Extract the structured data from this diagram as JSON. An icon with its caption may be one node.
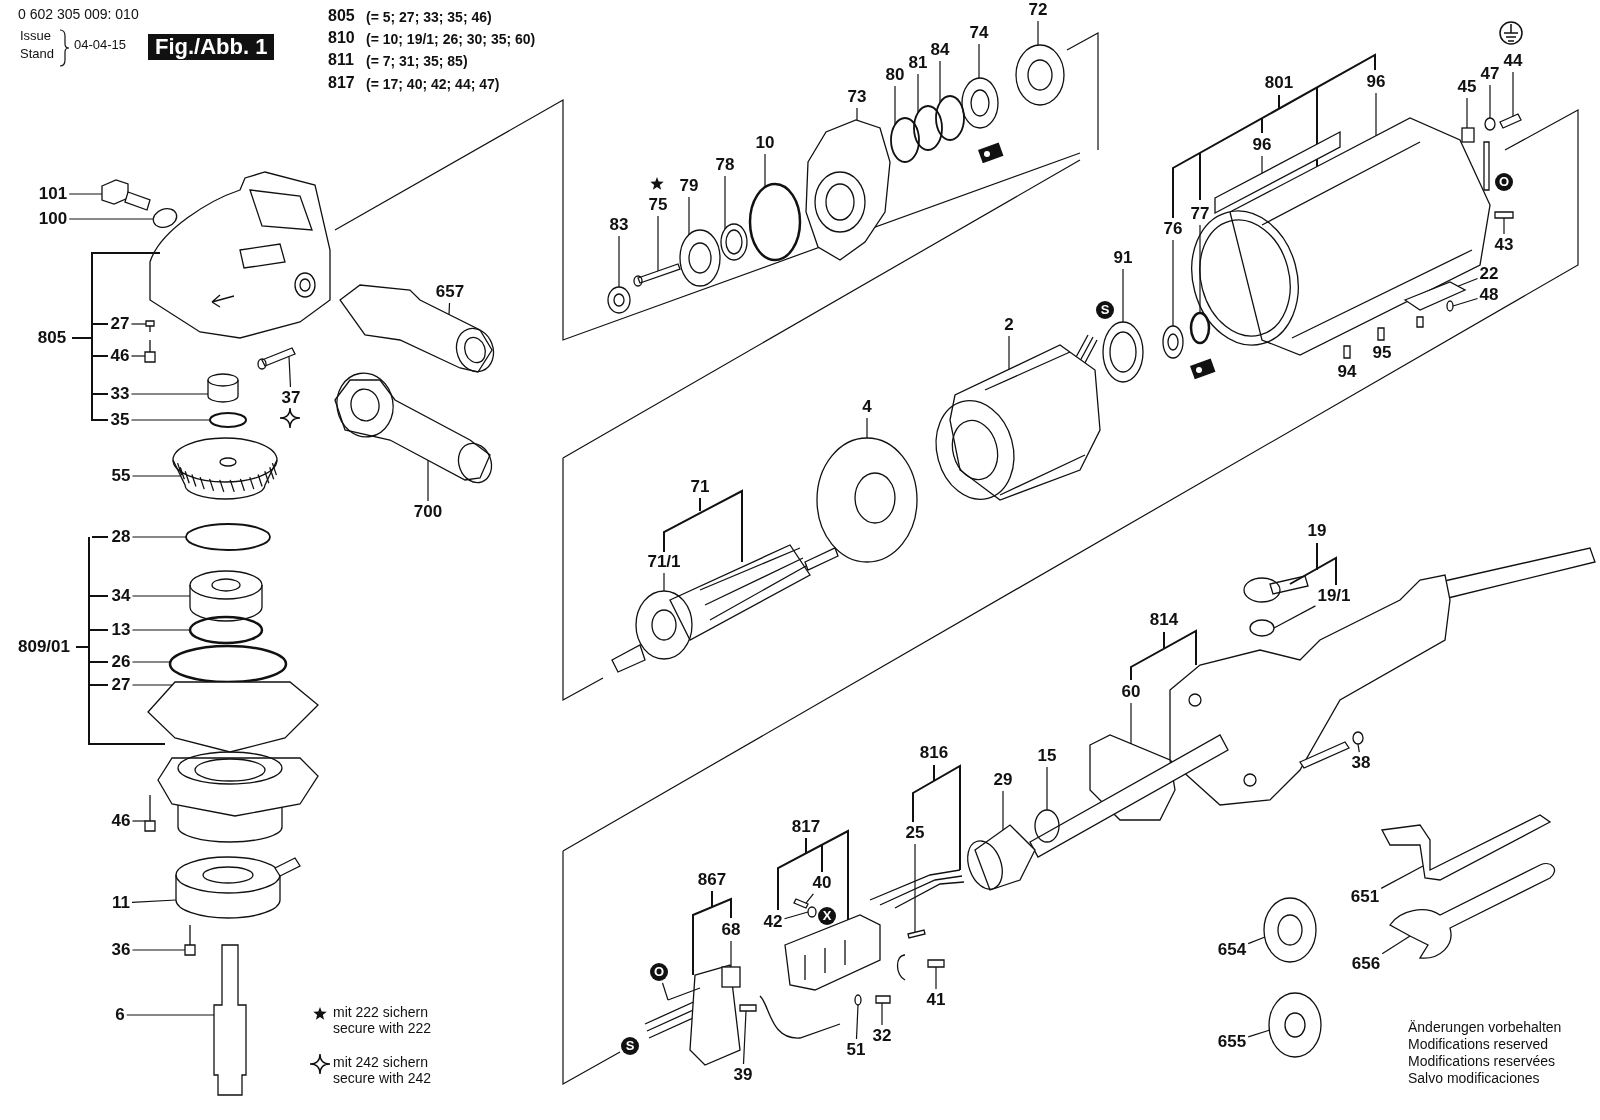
{
  "diagram": {
    "title": "Fig./Abb. 1",
    "nodes": [
      {
        "text": [
          "101"
        ]
      },
      {
        "text": [
          "100"
        ]
      },
      {
        "text": [
          "27"
        ]
      },
      {
        "text": [
          "46"
        ]
      },
      {
        "text": [
          "33"
        ]
      },
      {
        "text": [
          "35"
        ]
      },
      {
        "text": [
          "37"
        ]
      },
      {
        "text": [
          "657"
        ]
      },
      {
        "text": [
          "700"
        ]
      },
      {
        "text": [
          "55"
        ]
      },
      {
        "text": [
          "28"
        ]
      },
      {
        "text": [
          "34"
        ]
      },
      {
        "text": [
          "13"
        ]
      },
      {
        "text": [
          "26"
        ]
      },
      {
        "text": [
          "27"
        ]
      },
      {
        "text": [
          "46"
        ]
      },
      {
        "text": [
          "11"
        ]
      },
      {
        "text": [
          "36"
        ]
      },
      {
        "text": [
          "6"
        ]
      },
      {
        "text": [
          "83"
        ]
      },
      {
        "text": [
          "75"
        ]
      },
      {
        "text": [
          "79"
        ]
      },
      {
        "text": [
          "78"
        ]
      },
      {
        "text": [
          "10"
        ]
      },
      {
        "text": [
          "73"
        ]
      },
      {
        "text": [
          "80"
        ]
      },
      {
        "text": [
          "81"
        ]
      },
      {
        "text": [
          "84"
        ]
      },
      {
        "text": [
          "74"
        ]
      },
      {
        "text": [
          "72"
        ]
      },
      {
        "text": [
          "96"
        ]
      },
      {
        "text": [
          "96"
        ]
      },
      {
        "text": [
          "77"
        ]
      },
      {
        "text": [
          "76"
        ]
      },
      {
        "text": [
          "91"
        ]
      },
      {
        "text": [
          "45"
        ]
      },
      {
        "text": [
          "47"
        ]
      },
      {
        "text": [
          "44"
        ]
      },
      {
        "text": [
          "43"
        ]
      },
      {
        "text": [
          "22"
        ]
      },
      {
        "text": [
          "48"
        ]
      },
      {
        "text": [
          "2"
        ]
      },
      {
        "text": [
          "4"
        ]
      },
      {
        "text": [
          "71/1"
        ]
      },
      {
        "text": [
          "19/1"
        ]
      },
      {
        "text": [
          "60"
        ]
      },
      {
        "text": [
          "38"
        ]
      },
      {
        "text": [
          "15"
        ]
      },
      {
        "text": [
          "29"
        ]
      },
      {
        "text": [
          "25"
        ]
      },
      {
        "text": [
          "40"
        ]
      },
      {
        "text": [
          "42"
        ]
      },
      {
        "text": [
          "68"
        ]
      },
      {
        "text": [
          "O"
        ]
      },
      {
        "text": [
          "39"
        ]
      },
      {
        "text": [
          "51"
        ]
      },
      {
        "text": [
          "32"
        ]
      },
      {
        "text": [
          "41"
        ]
      },
      {
        "text": [
          "651"
        ]
      },
      {
        "text": [
          "656"
        ]
      },
      {
        "text": [
          "654"
        ]
      },
      {
        "text": [
          "655"
        ]
      },
      {
        "text": [
          "S"
        ]
      },
      {
        "text": [
          "O"
        ]
      },
      {
        "text": [
          "X"
        ]
      },
      {
        "text": [
          "S"
        ]
      },
      {
        "text": [],
        "shape": "picture"
      },
      {
        "text": [],
        "shape": "circle"
      },
      {
        "text": [],
        "shape": "bar"
      },
      {
        "text": [],
        "shape": "bar"
      },
      {
        "text": [],
        "shape": "cylinder"
      },
      {
        "text": [],
        "shape": "circle"
      },
      {
        "text": [],
        "shape": "bar"
      },
      {
        "text": [],
        "shape": "picture"
      },
      {
        "text": [],
        "shape": "picture"
      },
      {
        "text": [],
        "shape": "picture"
      },
      {
        "text": [],
        "shape": "circle"
      },
      {
        "text": [],
        "shape": "cylinder"
      },
      {
        "text": [],
        "shape": "circle"
      },
      {
        "text": [],
        "shape": "circle"
      },
      {
        "text": [],
        "shape": "picture"
      },
      {
        "text": [],
        "shape": "bar"
      },
      {
        "text": [],
        "shape": "cylinder"
      },
      {
        "text": [],
        "shape": "bar"
      },
      {
        "text": [],
        "shape": "picture"
      },
      {
        "text": [],
        "shape": "circle"
      },
      {
        "text": [],
        "shape": "bar"
      },
      {
        "text": [],
        "shape": "circle"
      },
      {
        "text": [],
        "shape": "circle"
      },
      {
        "text": [],
        "shape": "circle"
      },
      {
        "text": [],
        "shape": "picture"
      },
      {
        "text": [],
        "shape": "circle"
      },
      {
        "text": [],
        "shape": "circle"
      },
      {
        "text": [],
        "shape": "circle"
      },
      {
        "text": [],
        "shape": "circle"
      },
      {
        "text": [],
        "shape": "circle"
      },
      {
        "text": [],
        "shape": "bar"
      },
      {
        "text": [],
        "shape": "picture"
      },
      {
        "text": [],
        "shape": "circle"
      },
      {
        "text": [],
        "shape": "circle"
      },
      {
        "text": [],
        "shape": "circle"
      },
      {
        "text": [],
        "shape": "box"
      },
      {
        "text": [],
        "shape": "circle"
      },
      {
        "text": [],
        "shape": "bar"
      },
      {
        "text": [],
        "shape": "bar"
      },
      {
        "text": [],
        "shape": "bar"
      },
      {
        "text": [],
        "shape": "circle"
      },
      {
        "text": [],
        "shape": "picture"
      },
      {
        "text": [],
        "shape": "circle"
      },
      {
        "text": [],
        "shape": "circle"
      },
      {
        "text": [],
        "shape": "circle"
      },
      {
        "text": [],
        "shape": "picture"
      },
      {
        "text": [],
        "shape": "bar"
      },
      {
        "text": [],
        "shape": "picture"
      },
      {
        "text": [],
        "shape": "cylinder"
      },
      {
        "text": [],
        "shape": "bar"
      },
      {
        "text": [],
        "shape": "bar"
      },
      {
        "text": [],
        "shape": "circle"
      },
      {
        "text": [],
        "shape": "box"
      },
      {
        "text": [],
        "shape": "bar"
      },
      {
        "text": [],
        "shape": "bar"
      },
      {
        "text": [],
        "shape": "circle"
      },
      {
        "text": [],
        "shape": "bar"
      },
      {
        "text": [],
        "shape": "bar"
      },
      {
        "text": [],
        "shape": "picture"
      },
      {
        "text": [],
        "shape": "picture"
      },
      {
        "text": [],
        "shape": "circle"
      },
      {
        "text": [],
        "shape": "circle"
      },
      {
        "text": [],
        "shape": "bar",
        "beside": [
          "94"
        ]
      },
      {
        "text": [],
        "shape": "bar",
        "beside": [
          "95"
        ]
      }
    ],
    "edges": [
      {
        "from": 0,
        "to": 66,
        "arrow": "none"
      },
      {
        "from": 1,
        "to": 67,
        "arrow": "none"
      },
      {
        "from": 2,
        "to": 68,
        "arrow": "none"
      },
      {
        "from": 3,
        "to": 69,
        "arrow": "none"
      },
      {
        "from": 4,
        "to": 70,
        "arrow": "none"
      },
      {
        "from": 5,
        "to": 71,
        "arrow": "none"
      },
      {
        "from": 6,
        "to": 72,
        "arrow": "none"
      },
      {
        "from": 7,
        "to": 73,
        "arrow": "none"
      },
      {
        "from": 8,
        "to": 74,
        "arrow": "none"
      },
      {
        "from": 9,
        "to": 75,
        "arrow": "none"
      },
      {
        "from": 10,
        "to": 76,
        "arrow": "none"
      },
      {
        "from": 11,
        "to": 77,
        "arrow": "none"
      },
      {
        "from": 12,
        "to": 78,
        "arrow": "none"
      },
      {
        "from": 13,
        "to": 79,
        "arrow": "none"
      },
      {
        "from": 14,
        "to": 80,
        "arrow": "none"
      },
      {
        "from": 15,
        "to": 81,
        "arrow": "none"
      },
      {
        "from": 16,
        "to": 82,
        "arrow": "none"
      },
      {
        "from": 17,
        "to": 83,
        "arrow": "none"
      },
      {
        "from": 18,
        "to": 84,
        "arrow": "none"
      },
      {
        "from": 19,
        "to": 85,
        "arrow": "none"
      },
      {
        "from": 20,
        "to": 86,
        "arrow": "none"
      },
      {
        "from": 21,
        "to": 87,
        "arrow": "none"
      },
      {
        "from": 22,
        "to": 88,
        "arrow": "none"
      },
      {
        "from": 23,
        "to": 89,
        "arrow": "none"
      },
      {
        "from": 24,
        "to": 90,
        "arrow": "none"
      },
      {
        "from": 25,
        "to": 91,
        "arrow": "none"
      },
      {
        "from": 26,
        "to": 92,
        "arrow": "none"
      },
      {
        "from": 27,
        "to": 93,
        "arrow": "none"
      },
      {
        "from": 28,
        "to": 94,
        "arrow": "none"
      },
      {
        "from": 29,
        "to": 95,
        "arrow": "none"
      },
      {
        "from": 30,
        "to": 96,
        "arrow": "none"
      },
      {
        "from": 31,
        "to": 97,
        "arrow": "none"
      },
      {
        "from": 32,
        "to": 98,
        "arrow": "none"
      },
      {
        "from": 33,
        "to": 99,
        "arrow": "none"
      },
      {
        "from": 34,
        "to": 100,
        "arrow": "none"
      },
      {
        "from": 35,
        "to": 101,
        "arrow": "none"
      },
      {
        "from": 36,
        "to": 102,
        "arrow": "none"
      },
      {
        "from": 37,
        "to": 103,
        "arrow": "none"
      },
      {
        "from": 38,
        "to": 104,
        "arrow": "none"
      },
      {
        "from": 39,
        "to": 105,
        "arrow": "none"
      },
      {
        "from": 40,
        "to": 106,
        "arrow": "none"
      },
      {
        "from": 41,
        "to": 107,
        "arrow": "none"
      },
      {
        "from": 42,
        "to": 108,
        "arrow": "none"
      },
      {
        "from": 43,
        "to": 109,
        "arrow": "none"
      },
      {
        "from": 44,
        "to": 110,
        "arrow": "none"
      },
      {
        "from": 45,
        "to": 111,
        "arrow": "none"
      },
      {
        "from": 46,
        "to": 112,
        "arrow": "none"
      },
      {
        "from": 47,
        "to": 113,
        "arrow": "none"
      },
      {
        "from": 48,
        "to": 114,
        "arrow": "none"
      },
      {
        "from": 49,
        "to": 115,
        "arrow": "none"
      },
      {
        "from": 50,
        "to": 116,
        "arrow": "none"
      },
      {
        "from": 51,
        "to": 117,
        "arrow": "none"
      },
      {
        "from": 52,
        "to": 118,
        "arrow": "none"
      },
      {
        "from": 53,
        "to": 119,
        "arrow": "none"
      },
      {
        "from": 54,
        "to": 120,
        "arrow": "none"
      },
      {
        "from": 55,
        "to": 121,
        "arrow": "none"
      },
      {
        "from": 56,
        "to": 122,
        "arrow": "none"
      },
      {
        "from": 57,
        "to": 123,
        "arrow": "none"
      },
      {
        "from": 58,
        "to": 124,
        "arrow": "none"
      },
      {
        "from": 59,
        "to": 125,
        "arrow": "none"
      },
      {
        "from": 60,
        "to": 126,
        "arrow": "none"
      },
      {
        "from": 61,
        "to": 127,
        "arrow": "none"
      }
    ],
    "labels": [
      "0 602 305 009: 010",
      "Issue",
      "Stand",
      "04-04-15",
      "805",
      "(= 5; 27; 33; 35; 46)",
      "810",
      "(= 10; 19/1; 26; 30; 35; 60)",
      "811",
      "(= 7; 31; 35; 85)",
      "817",
      "(= 17; 40; 42; 44; 47)",
      "805",
      "809/01",
      "71",
      "801",
      "814",
      "816",
      "817",
      "867",
      "19",
      "mit 222 sichern",
      "secure with 222",
      "mit 242 sichern",
      "secure with 242",
      "Änderungen vorbehalten",
      "Modifications reserved",
      "Modifications reservées",
      "Salvo modificaciones"
    ]
  }
}
